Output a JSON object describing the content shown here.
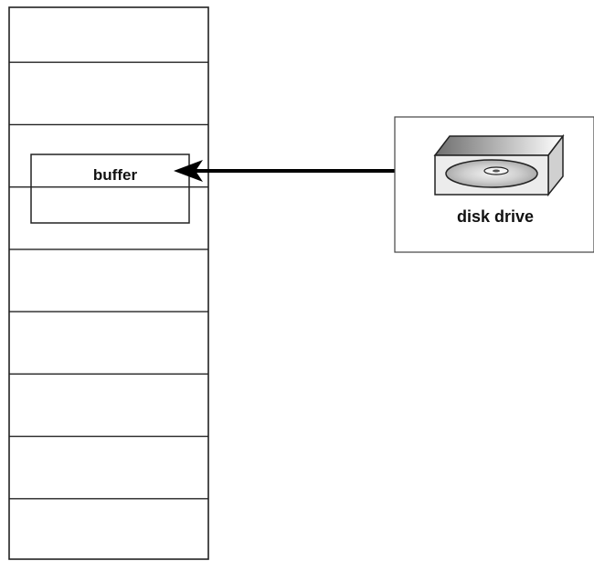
{
  "diagram": {
    "buffer_label": "buffer",
    "device_label": "disk drive",
    "device_icon": "disk-drive-icon",
    "memory_slot_count": 9,
    "colors": {
      "stroke": "#222222",
      "arrow": "#000000",
      "background": "#ffffff",
      "drive_body": "#e4e4e4",
      "drive_top_light": "#ffffff",
      "drive_top_dark": "#7a7a7a",
      "disc": "#c8c8c8"
    }
  }
}
